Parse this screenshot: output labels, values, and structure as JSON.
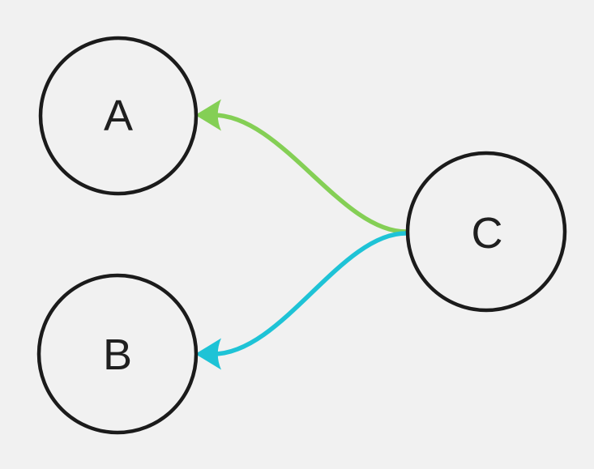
{
  "diagram": {
    "background_color": "#F1F1F1",
    "node_stroke_color": "#1B1B1B",
    "label_color": "#1F1F1F",
    "nodes": [
      {
        "id": "A",
        "label": "A"
      },
      {
        "id": "B",
        "label": "B"
      },
      {
        "id": "C",
        "label": "C"
      }
    ],
    "edges": [
      {
        "from": "C",
        "to": "A",
        "color": "#84CF55",
        "arrow": "to"
      },
      {
        "from": "C",
        "to": "B",
        "color": "#1EC3D6",
        "arrow": "to"
      }
    ]
  }
}
